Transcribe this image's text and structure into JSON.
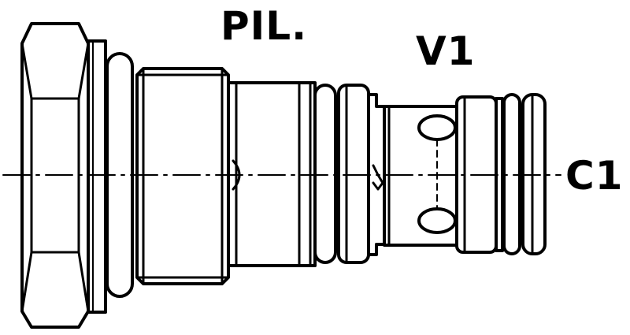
{
  "labels": {
    "pilot_port": "PIL.",
    "port_v1": "V1",
    "port_c1": "C1"
  },
  "colors": {
    "line": "#000000",
    "background": "#ffffff"
  }
}
